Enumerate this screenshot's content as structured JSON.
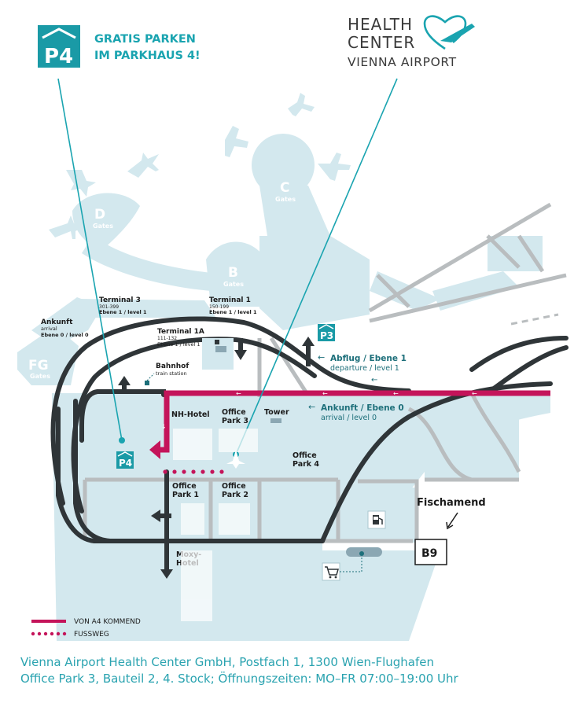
{
  "promo": {
    "line1": "GRATIS PARKEN",
    "line2": "IM PARKHAUS 4!",
    "badge": "P4"
  },
  "logo": {
    "line1": "HEALTH",
    "line2": "CENTER",
    "line3": "VIENNA AIRPORT",
    "icon": "heart-plane-icon"
  },
  "gates": {
    "b": "B",
    "c": "C",
    "d": "D",
    "fg": "FG",
    "suffix": "Gates"
  },
  "terminals": {
    "t3": {
      "name": "Terminal 3",
      "range": "301-399",
      "level": "Ebene 1 / level 1"
    },
    "t1": {
      "name": "Terminal 1",
      "range": "150-199",
      "level": "Ebene 1 / level 1"
    },
    "t1a": {
      "name": "Terminal 1A",
      "range": "111-132",
      "level": "Ebene 1 / level 1"
    }
  },
  "arrival_left": {
    "title": "Ankunft",
    "sub": "arrival",
    "level": "Ebene 0 / level 0"
  },
  "bahnhof": {
    "title": "Bahnhof",
    "sub": "train station"
  },
  "departure": {
    "title": "Abflug / Ebene 1",
    "sub": "departure / level 1"
  },
  "arrival": {
    "title": "Ankunft / Ebene 0",
    "sub": "arrival / level 0"
  },
  "buildings": {
    "nh": "NH-Hotel",
    "op3a": "Office",
    "op3b": "Park 3",
    "tower": "Tower",
    "op4a": "Office",
    "op4b": "Park 4",
    "op1a": "Office",
    "op1b": "Park 1",
    "op2a": "Office",
    "op2b": "Park 2",
    "moxy1": "Moxy-",
    "moxy2": "Hotel"
  },
  "parking": {
    "p3": "P3",
    "p4": "P4"
  },
  "fischamend": "Fischamend",
  "road_sign": "B9",
  "icons": [
    "fuel-icon",
    "shopping-cart-icon",
    "airplane-icon",
    "parking-icon"
  ],
  "legend": {
    "route": "VON A4 KOMMEND",
    "walk": "FUSSWEG"
  },
  "footer": {
    "line1": "Vienna Airport Health Center GmbH, Postfach 1, 1300 Wien-Flughafen",
    "line2": "Office Park 3, Bauteil 2, 4. Stock; Öffnungszeiten: MO–FR 07:00–19:00 Uhr"
  },
  "colors": {
    "teal": "#1aa4b0",
    "light_blue": "#cfe6ec",
    "road": "#2f3538",
    "route": "#c4145a",
    "grey_road": "#b9bdbf"
  }
}
